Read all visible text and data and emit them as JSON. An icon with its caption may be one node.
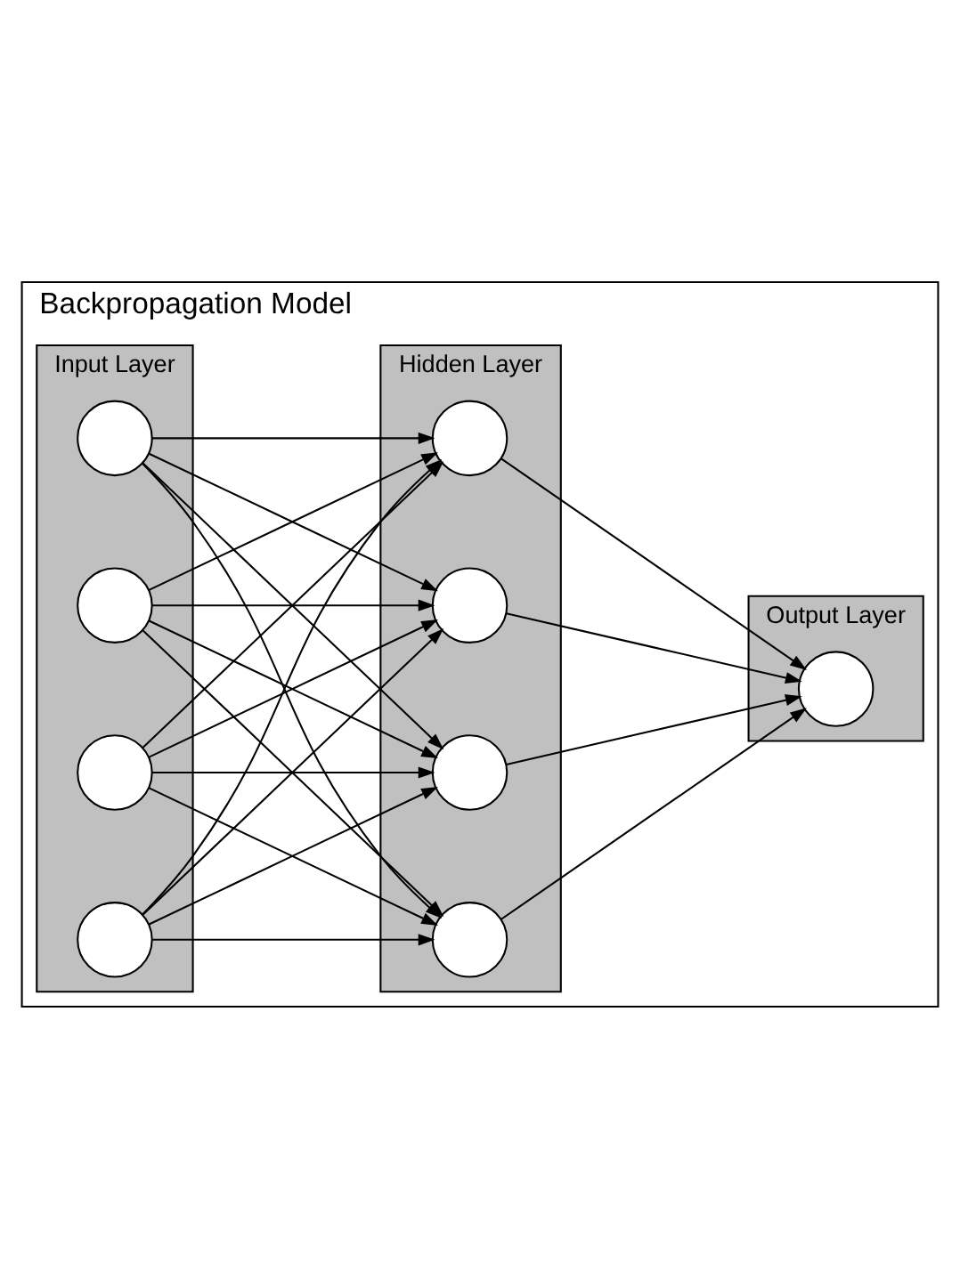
{
  "diagram": {
    "nodes": [
      {
        "text": [
          "Backpropagation Model"
        ]
      },
      {
        "text": [
          "Input Layer"
        ],
        "in": 0
      },
      {
        "text": [
          "Hidden Layer"
        ],
        "in": 0
      },
      {
        "text": [
          "Output Layer"
        ],
        "in": 0
      },
      {
        "text": [],
        "shape": "circle",
        "in": 1
      },
      {
        "text": [],
        "shape": "circle",
        "in": 1
      },
      {
        "text": [],
        "shape": "circle",
        "in": 1
      },
      {
        "text": [],
        "shape": "circle",
        "in": 1
      },
      {
        "text": [],
        "shape": "circle",
        "in": 2
      },
      {
        "text": [],
        "shape": "circle",
        "in": 2
      },
      {
        "text": [],
        "shape": "circle",
        "in": 2
      },
      {
        "text": [],
        "shape": "circle",
        "in": 2
      },
      {
        "text": [],
        "shape": "circle",
        "in": 3
      }
    ],
    "edges": [
      {
        "from": 4,
        "to": 8,
        "arrow": "to"
      },
      {
        "from": 4,
        "to": 9,
        "arrow": "to"
      },
      {
        "from": 4,
        "to": 10,
        "arrow": "to"
      },
      {
        "from": 4,
        "to": 11,
        "arrow": "to"
      },
      {
        "from": 5,
        "to": 8,
        "arrow": "to"
      },
      {
        "from": 5,
        "to": 9,
        "arrow": "to"
      },
      {
        "from": 5,
        "to": 10,
        "arrow": "to"
      },
      {
        "from": 5,
        "to": 11,
        "arrow": "to"
      },
      {
        "from": 6,
        "to": 8,
        "arrow": "to"
      },
      {
        "from": 6,
        "to": 9,
        "arrow": "to"
      },
      {
        "from": 6,
        "to": 10,
        "arrow": "to"
      },
      {
        "from": 6,
        "to": 11,
        "arrow": "to"
      },
      {
        "from": 7,
        "to": 8,
        "arrow": "to"
      },
      {
        "from": 7,
        "to": 9,
        "arrow": "to"
      },
      {
        "from": 7,
        "to": 10,
        "arrow": "to"
      },
      {
        "from": 7,
        "to": 11,
        "arrow": "to"
      },
      {
        "from": 8,
        "to": 12,
        "arrow": "to"
      },
      {
        "from": 9,
        "to": 12,
        "arrow": "to"
      },
      {
        "from": 10,
        "to": 12,
        "arrow": "to"
      },
      {
        "from": 11,
        "to": 12,
        "arrow": "to"
      }
    ]
  }
}
